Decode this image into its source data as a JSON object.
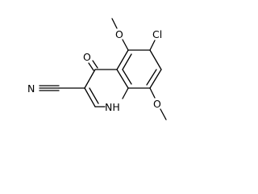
{
  "molecule": {
    "atoms": {
      "top_methoxy_o": "O",
      "cl": "Cl",
      "keto_o": "O",
      "nitrile_n": "N",
      "bottom_methoxy_o": "O",
      "ring_nh": "NH",
      "ring_nh_h": "H"
    }
  },
  "colors": {
    "ink": "#000000",
    "background": "#ffffff"
  }
}
